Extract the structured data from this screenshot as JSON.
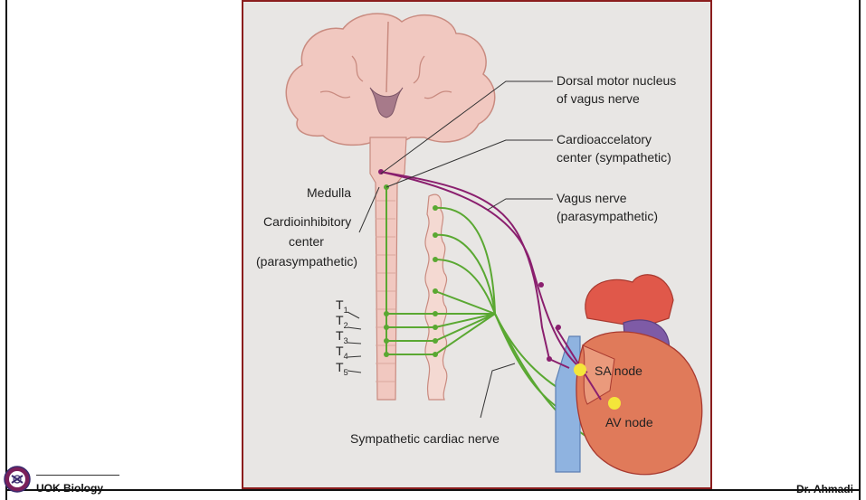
{
  "figure": {
    "labels": {
      "dorsal_1": "Dorsal motor nucleus",
      "dorsal_2": "of vagus nerve",
      "cardioacc_1": "Cardioaccelatory",
      "cardioacc_2": "center (sympathetic)",
      "medulla": "Medulla",
      "vagus_1": "Vagus nerve",
      "vagus_2": "(parasympathetic)",
      "cardioinh_1": "Cardioinhibitory",
      "cardioinh_2": "center",
      "cardioinh_3": "(parasympathetic)",
      "t1": "T",
      "t2": "T",
      "t3": "T",
      "t4": "T",
      "t5": "T",
      "t1_sub": "1",
      "t2_sub": "2",
      "t3_sub": "3",
      "t4_sub": "4",
      "t5_sub": "5",
      "sa_node": "SA node",
      "av_node": "AV node",
      "symp_nerve": "Sympathetic cardiac nerve"
    },
    "colors": {
      "sympathetic": "#5aa832",
      "parasympathetic": "#8a1f6e",
      "brain": "#f1c8c0",
      "heart": "#e07a5a",
      "border": "#8b1d1d"
    }
  },
  "footer": {
    "left": "UOK Biology",
    "right": "Dr. Ahmadi",
    "logo_icon": "university-seal-icon"
  }
}
